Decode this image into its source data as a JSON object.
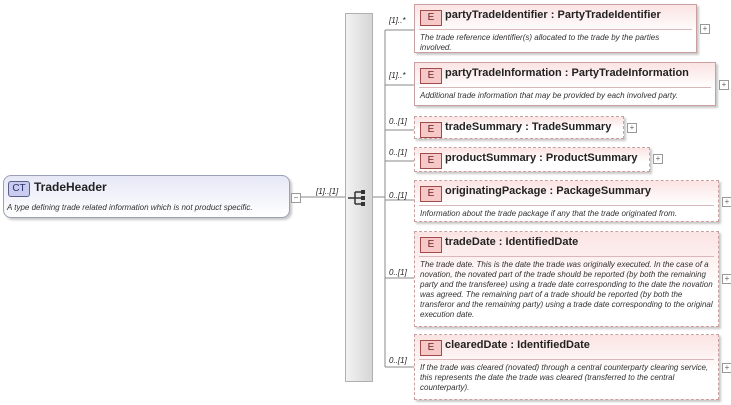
{
  "complex_type": {
    "badge": "CT",
    "name": "TradeHeader",
    "description": "A type defining trade related information which is not product specific.",
    "collapse_symbol": "−"
  },
  "sequence": {
    "cardinality": "[1]..[1]",
    "icon": "sequence-icon"
  },
  "expand_symbol": "+",
  "elements": [
    {
      "badge": "E",
      "name": "partyTradeIdentifier",
      "type": "PartyTradeIdentifier",
      "cardinality": "[1]..*",
      "description": "The trade reference identifier(s) allocated to the trade by the parties involved."
    },
    {
      "badge": "E",
      "name": "partyTradeInformation",
      "type": "PartyTradeInformation",
      "cardinality": "[1]..*",
      "description": "Additional trade information that may be provided by each involved party."
    },
    {
      "badge": "E",
      "name": "tradeSummary",
      "type": "TradeSummary",
      "cardinality": "0..[1]",
      "description": ""
    },
    {
      "badge": "E",
      "name": "productSummary",
      "type": "ProductSummary",
      "cardinality": "0..[1]",
      "description": ""
    },
    {
      "badge": "E",
      "name": "originatingPackage",
      "type": "PackageSummary",
      "cardinality": "0..[1]",
      "description": "Information about the trade package if any that the trade originated from."
    },
    {
      "badge": "E",
      "name": "tradeDate",
      "type": "IdentifiedDate",
      "cardinality": "0..[1]",
      "description": "The trade date. This is the date the trade was originally executed. In the case of a novation, the novated part of the trade should be reported (by both the remaining party and the transferee) using a trade date corresponding to the date the novation was agreed. The remaining part of a trade should be reported (by both the transferor and the remaining party) using a trade date corresponding to the original execution date."
    },
    {
      "badge": "E",
      "name": "clearedDate",
      "type": "IdentifiedDate",
      "cardinality": "0..[1]",
      "description": "If the trade was cleared (novated) through a central counterparty clearing service, this represents the date the trade was cleared (transferred to the central counterparty)."
    }
  ]
}
